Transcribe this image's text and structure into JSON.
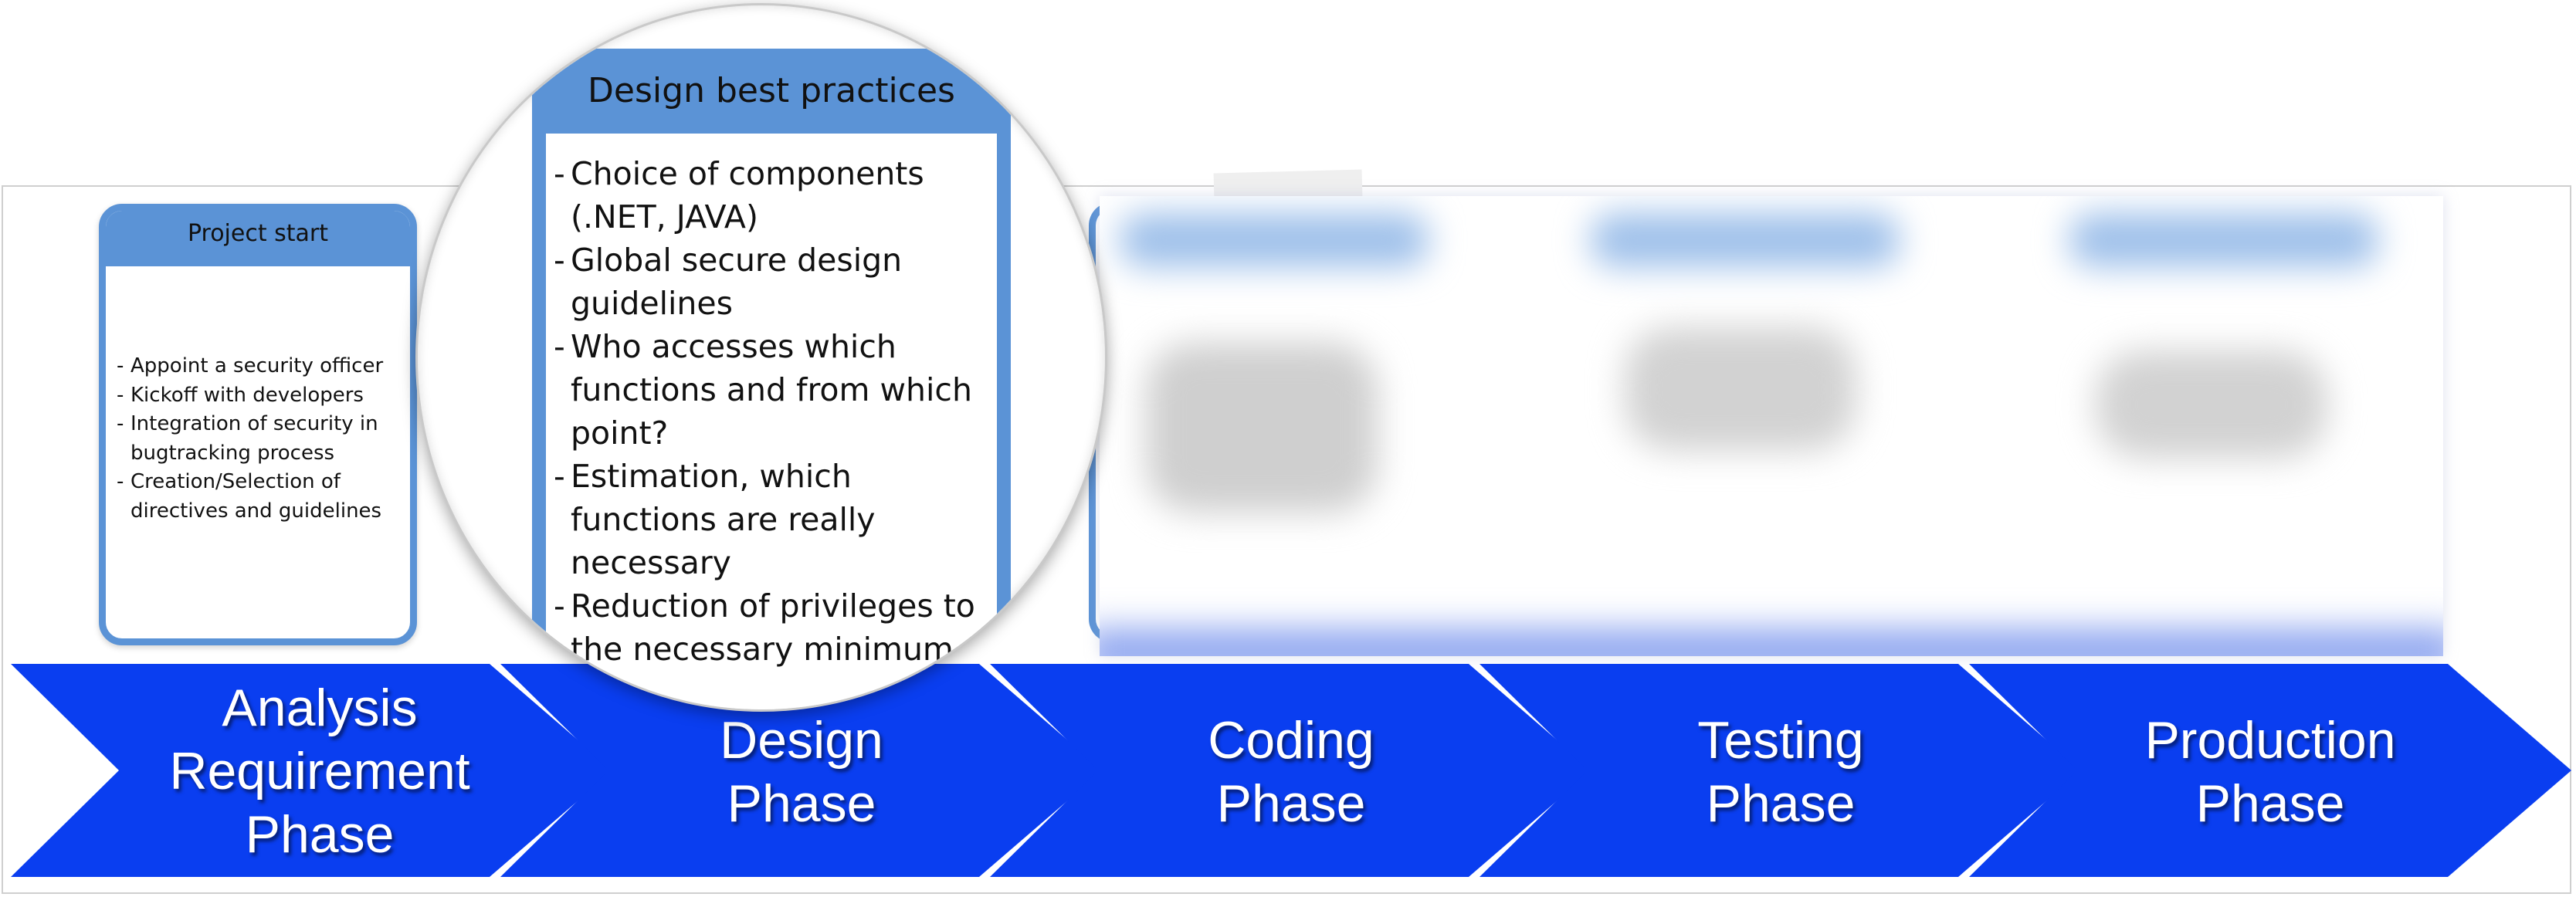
{
  "project_start": {
    "title": "Project start",
    "items": [
      "Appoint a security officer",
      "Kickoff with developers",
      "Integration of security in bugtracking process",
      "Creation/Selection of directives and guidelines"
    ]
  },
  "design_best_practices": {
    "title": "Design best practices",
    "items": [
      "Choice of components (.NET, JAVA)",
      "Global secure design guidelines",
      "Who accesses which functions and from which point?",
      "Estimation, which functions are really necessary",
      "Reduction of privileges to the necessary minimum"
    ]
  },
  "phases": [
    {
      "label": "Analysis\nRequirement\nPhase"
    },
    {
      "label": "Design\nPhase"
    },
    {
      "label": "Coding\nPhase"
    },
    {
      "label": "Testing\nPhase"
    },
    {
      "label": "Production\nPhase"
    }
  ],
  "colors": {
    "arrow_blue": "#0a3ef0",
    "card_blue": "#5b93d6"
  }
}
